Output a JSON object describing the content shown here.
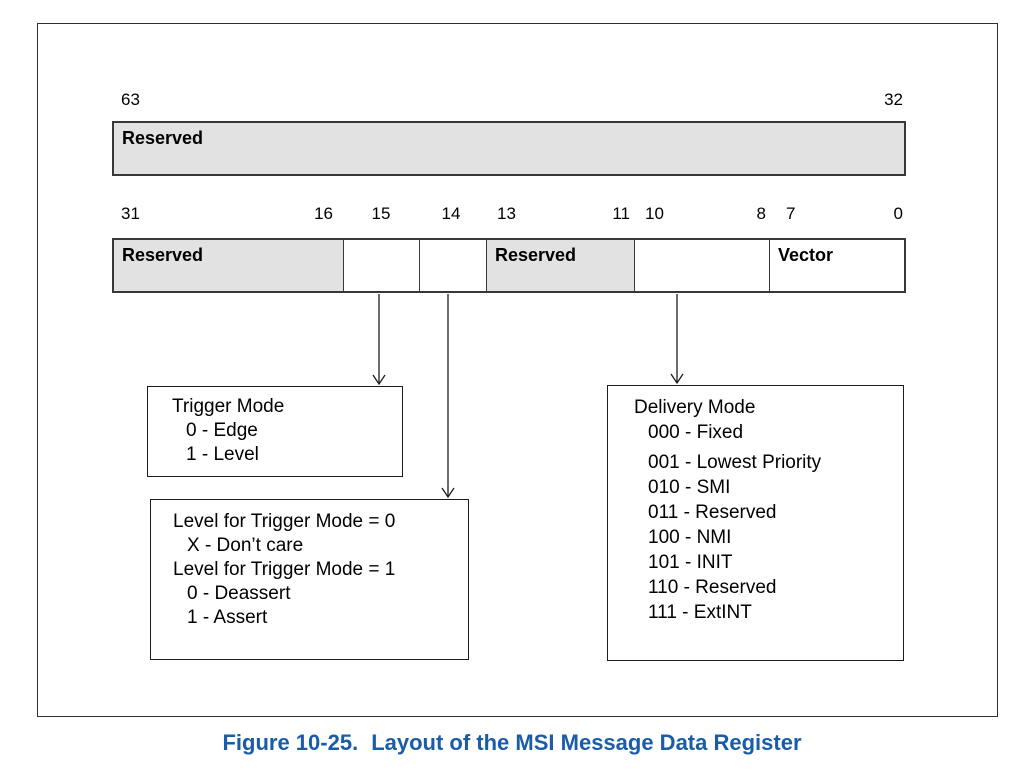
{
  "colors": {
    "reserved_fill": "#e2e2e2",
    "caption_blue": "#1a5ca8",
    "line_black": "#1c1c1c"
  },
  "high_register": {
    "bit_left": "63",
    "bit_right": "32",
    "field": "Reserved"
  },
  "low_register": {
    "bit_labels": [
      "31",
      "16",
      "15",
      "14",
      "13",
      "11",
      "10",
      "8",
      "7",
      "0"
    ],
    "fields": [
      {
        "label": "Reserved"
      },
      {
        "label": ""
      },
      {
        "label": ""
      },
      {
        "label": "Reserved"
      },
      {
        "label": ""
      },
      {
        "label": "Vector"
      }
    ]
  },
  "callouts": {
    "trigger_mode": {
      "title": "Trigger Mode",
      "items": [
        "0 - Edge",
        "1 - Level"
      ]
    },
    "level": {
      "lines": [
        "Level for Trigger Mode = 0",
        "X - Don’t care",
        "Level for Trigger Mode = 1",
        "0 - Deassert",
        "1 - Assert"
      ]
    },
    "delivery_mode": {
      "title": "Delivery Mode",
      "items": [
        "000 - Fixed",
        "001 - Lowest Priority",
        "010 - SMI",
        "011 - Reserved",
        "100 - NMI",
        "101 - INIT",
        "110 - Reserved",
        "111 - ExtINT"
      ]
    }
  },
  "caption": {
    "label": "Figure 10-25.",
    "title": "Layout of the MSI Message Data Register"
  }
}
